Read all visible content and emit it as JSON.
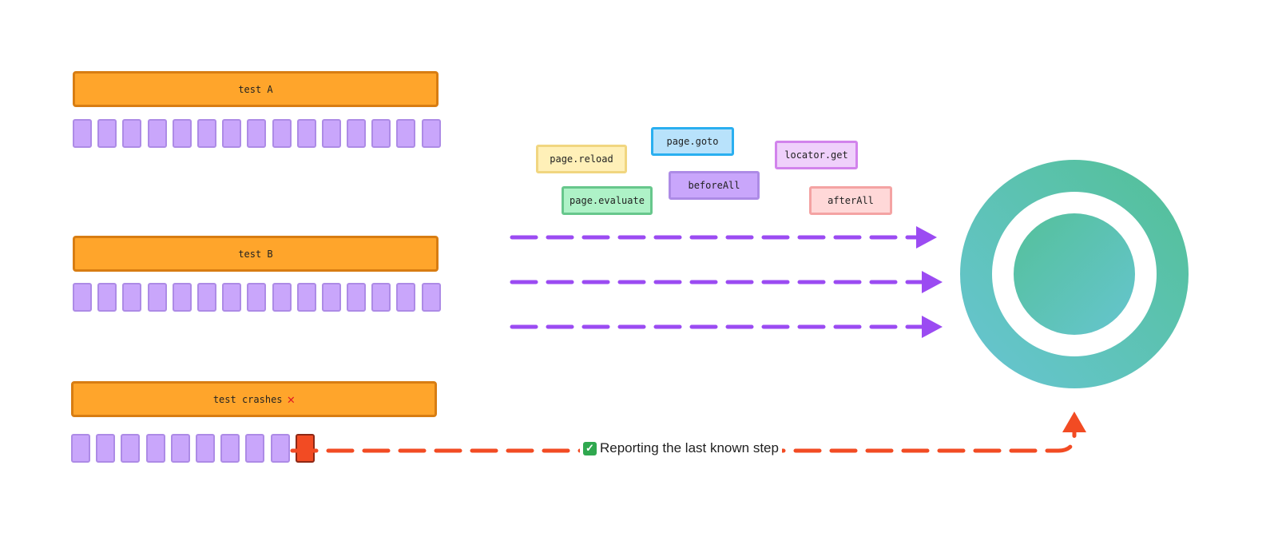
{
  "tests": [
    {
      "label": "test A",
      "color": "#ffa52b",
      "steps": 15,
      "failed_step": null
    },
    {
      "label": "test B",
      "color": "#ffa52b",
      "steps": 15,
      "failed_step": null
    },
    {
      "label": "test crashes",
      "color": "#ffa52b",
      "steps": 9,
      "failed_step": 9
    }
  ],
  "crash_mark": "✕",
  "api_tags": [
    {
      "label": "page.reload",
      "fill": "#fff0b8",
      "border": "#f1d680"
    },
    {
      "label": "page.goto",
      "fill": "#b8e2fb",
      "border": "#2aaff0"
    },
    {
      "label": "locator.get",
      "fill": "#efd0fb",
      "border": "#d283ec"
    },
    {
      "label": "beforeAll",
      "fill": "#c9a6fb",
      "border": "#ad8be6"
    },
    {
      "label": "page.evaluate",
      "fill": "#aef2c7",
      "border": "#67c78c"
    },
    {
      "label": "afterAll",
      "fill": "#ffd8d8",
      "border": "#f4a3a3"
    }
  ],
  "report": {
    "check_icon": "✓",
    "text": "Reporting the last known step"
  },
  "colors": {
    "flow_arrow": "#9b4bf2",
    "crash_arrow": "#f24b23",
    "target_gradient_start": "#54c09a",
    "target_gradient_end": "#66c5cf"
  }
}
